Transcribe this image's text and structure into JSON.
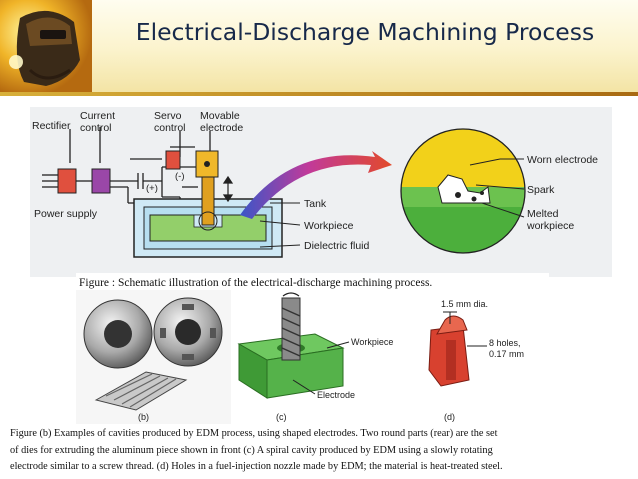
{
  "header": {
    "title": "Electrical-Discharge Machining Process"
  },
  "schematic": {
    "labels": {
      "rectifier": "Rectifier",
      "current_control_1": "Current",
      "current_control_2": "control",
      "servo_control_1": "Servo",
      "servo_control_2": "control",
      "movable_electrode_1": "Movable",
      "movable_electrode_2": "electrode",
      "power_supply": "Power supply",
      "minus": "(-)",
      "plus": "(+)",
      "tank": "Tank",
      "workpiece": "Workpiece",
      "dielectric_fluid": "Dielectric fluid",
      "worn_electrode": "Worn electrode",
      "spark": "Spark",
      "melted_workpiece_1": "Melted",
      "melted_workpiece_2": "workpiece"
    },
    "caption": "Figure : Schematic illustration of the electrical-discharge machining process."
  },
  "photos": {
    "labels": {
      "b": "(b)",
      "c": "(c)",
      "d": "(d)",
      "workpiece": "Workpiece",
      "electrode": "Electrode",
      "dia": "1.5 mm dia.",
      "holes_1": "8 holes,",
      "holes_2": "0.17 mm"
    },
    "caption_lines": [
      "Figure (b)  Examples of cavities produced by EDM process, using shaped electrodes.  Two round parts (rear) are the set",
      "of dies for extruding the aluminum piece shown in front    (c)  A spiral cavity produced by EDM using a slowly rotating",
      "electrode similar to a screw thread.  (d)  Holes in a fuel-injection nozzle made by EDM; the material is heat-treated steel."
    ]
  },
  "colors": {
    "title": "#17294a",
    "header_band": "#fbf3cc",
    "accent_rule": "#c08a22",
    "fluid_blue": "#bfe3f3",
    "worn_yellow": "#f2d11a",
    "melted_green": "#4caf3c",
    "nozzle_red": "#d8412f"
  }
}
